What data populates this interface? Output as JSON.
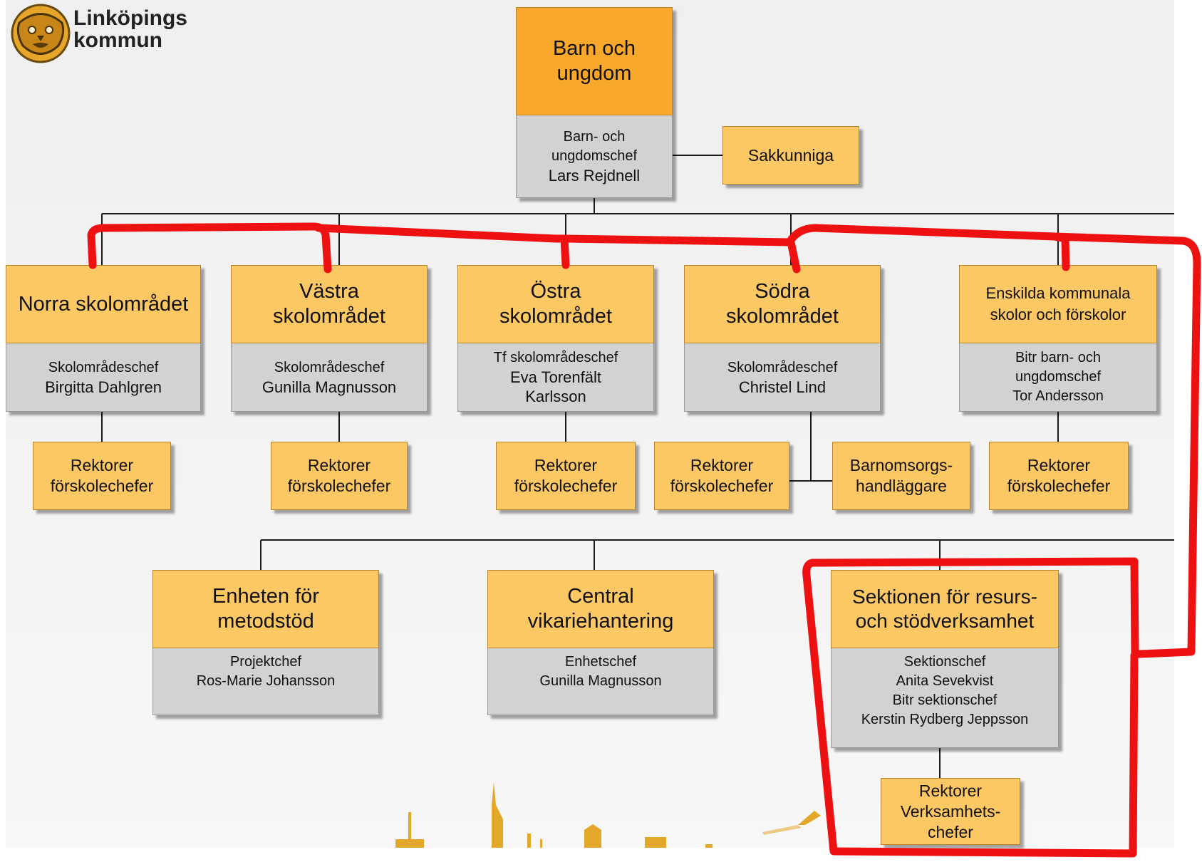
{
  "logo": {
    "text": "Linköpings\nkommun",
    "icon": "lion-crest-icon"
  },
  "top": {
    "title": "Barn och\nungdom",
    "role": "Barn- och\nungdomschef",
    "person": "Lars Rejdnell",
    "advisor": "Sakkunniga"
  },
  "areas": [
    {
      "title": "Norra skolområdet",
      "role": "Skolområdeschef",
      "person": "Birgitta Dahlgren",
      "leaf": "Rektorer\nförskolechefer"
    },
    {
      "title": "Västra\nskolområdet",
      "role": "Skolområdeschef",
      "person": "Gunilla Magnusson",
      "leaf": "Rektorer\nförskolechefer"
    },
    {
      "title": "Östra\nskolområdet",
      "role": "Tf skolområdeschef",
      "person": "Eva Torenfält\nKarlsson",
      "leaf": "Rektorer\nförskolechefer"
    },
    {
      "title": "Södra\nskolområdet",
      "role": "Skolområdeschef",
      "person": "Christel Lind",
      "leaf": "Rektorer\nförskolechefer",
      "leaf2": "Barnomsorgs-\nhandläggare"
    },
    {
      "title": "Enskilda kommunala\nskolor och förskolor",
      "role": "Bitr barn- och\nungdomschef",
      "person": "Tor Andersson",
      "leaf": "Rektorer\nförskolechefer"
    }
  ],
  "units": [
    {
      "title": "Enheten för\nmetodstöd",
      "role": "Projektchef",
      "person": "Ros-Marie Johansson"
    },
    {
      "title": "Central\nvikariehantering",
      "role": "Enhetschef",
      "person": "Gunilla Magnusson"
    },
    {
      "title": "Sektionen för resurs-\noch stödverksamhet",
      "role": "Sektionschef",
      "person": "Anita Sevekvist",
      "role2": "Bitr sektionschef",
      "person2": "Kerstin Rydberg Jeppsson",
      "leaf": "Rektorer\nVerksamhets-\nchefer"
    }
  ],
  "colors": {
    "header_orange": "#f8a82a",
    "box_yellow": "#fcc863",
    "person_gray": "#d2d2d2",
    "annotation_red": "#ee1111"
  }
}
